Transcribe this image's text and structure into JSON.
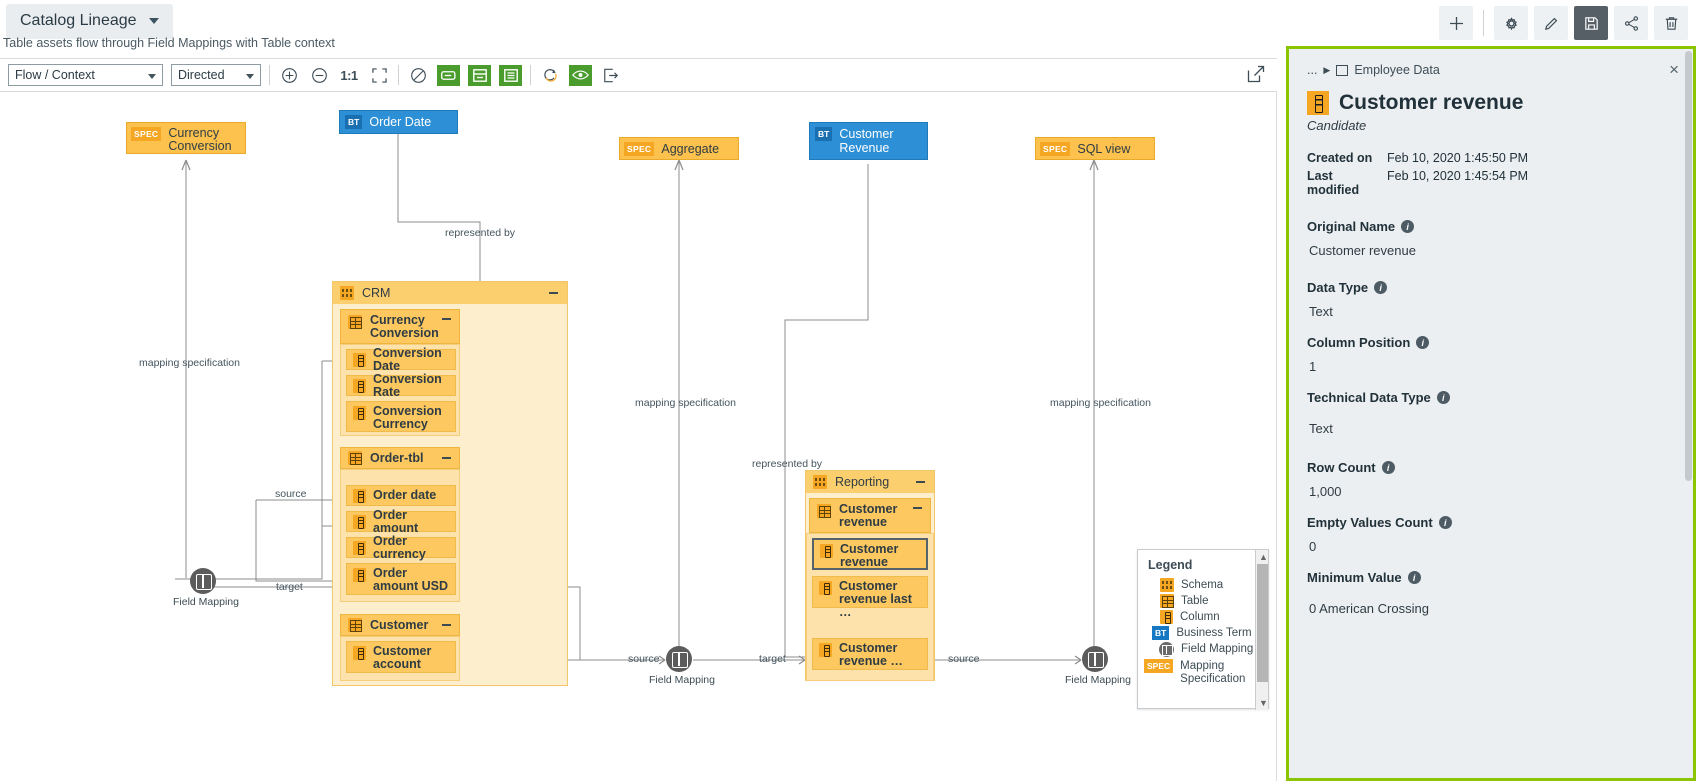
{
  "header": {
    "tab_label": "Catalog Lineage",
    "subtitle": "Table assets flow through Field Mappings with Table context",
    "icons": [
      {
        "name": "add-icon",
        "glyph": "+"
      },
      {
        "name": "settings-gear-icon",
        "glyph": "gear"
      },
      {
        "name": "edit-pencil-icon",
        "glyph": "pencil"
      },
      {
        "name": "save-icon",
        "glyph": "floppy"
      },
      {
        "name": "share-icon",
        "glyph": "share"
      },
      {
        "name": "delete-trash-icon",
        "glyph": "trash"
      }
    ]
  },
  "toolbar": {
    "view_select": "Flow / Context",
    "direction_select": "Directed",
    "zoom_in": "+",
    "zoom_out": "−",
    "zoom_reset": "1:1",
    "fit_screen": "fit",
    "no_filter": "no-filter",
    "layout_options": [
      "collapse-all",
      "expand-partial",
      "expand-all"
    ],
    "refresh": "refresh",
    "visibility": "eye",
    "export": "export",
    "popout": "popout"
  },
  "graph": {
    "specs": [
      {
        "tag": "SPEC",
        "label": "Currency Conversion",
        "two_line": true
      },
      {
        "tag": "SPEC",
        "label": "Aggregate",
        "two_line": false
      },
      {
        "tag": "SPEC",
        "label": "SQL view",
        "two_line": false
      }
    ],
    "business_terms": [
      {
        "tag": "BT",
        "label": "Order Date"
      },
      {
        "tag": "BT",
        "label": "Customer Revenue"
      }
    ],
    "schemas": [
      {
        "name": "CRM",
        "tables": [
          {
            "name": "Currency Conversion",
            "columns": [
              "Conversion Date",
              "Conversion Rate",
              "Conversion Currency"
            ]
          },
          {
            "name": "Order-tbl",
            "columns": [
              "Order date",
              "Order amount",
              "Order currency",
              "Order amount USD"
            ]
          },
          {
            "name": "Customer",
            "columns": [
              "Customer account"
            ]
          }
        ]
      },
      {
        "name": "Reporting",
        "tables": [
          {
            "name": "Customer revenue",
            "columns": [
              "Customer revenue",
              "Customer revenue last …",
              "Customer revenue …"
            ]
          }
        ]
      }
    ],
    "field_mappings": [
      {
        "label": "Field Mapping"
      },
      {
        "label": "Field Mapping"
      },
      {
        "label": "Field Mapping"
      }
    ],
    "edge_labels": [
      "represented by",
      "mapping specification",
      "mapping specification",
      "mapping specification",
      "represented by",
      "source",
      "target",
      "source",
      "target",
      "source"
    ]
  },
  "legend": {
    "title": "Legend",
    "items": [
      {
        "icon": "schema-icon",
        "label": "Schema"
      },
      {
        "icon": "table-icon",
        "label": "Table"
      },
      {
        "icon": "column-icon",
        "label": "Column"
      },
      {
        "icon": "business-term-icon",
        "tag": "BT",
        "label": "Business Term"
      },
      {
        "icon": "field-mapping-icon",
        "label": "Field Mapping"
      },
      {
        "icon": "mapping-spec-icon",
        "tag": "SPEC",
        "label": "Mapping Specification"
      }
    ]
  },
  "details_panel": {
    "breadcrumb_ellipsis": "...",
    "breadcrumb_item": "Employee Data",
    "close": "×",
    "title": "Customer revenue",
    "subtitle": "Candidate",
    "created_on_label": "Created on",
    "created_on_value": "Feb 10, 2020 1:45:50 PM",
    "last_modified_label": "Last modified",
    "last_modified_value": "Feb 10, 2020 1:45:54 PM",
    "fields": [
      {
        "label": "Original Name",
        "value": "Customer revenue"
      },
      {
        "label": "Data Type",
        "value": "Text"
      },
      {
        "label": "Column Position",
        "value": "1"
      },
      {
        "label": "Technical Data Type",
        "value": "Text"
      },
      {
        "label": "Row Count",
        "value": "1,000"
      },
      {
        "label": "Empty Values Count",
        "value": "0"
      },
      {
        "label": "Minimum Value",
        "value": "0 American Crossing"
      }
    ]
  },
  "colors": {
    "accent_green": "#8bc400",
    "toolbar_green": "#4a9c2d",
    "asset_orange": "#fcc85f",
    "schema_bg": "#fdeecd",
    "bt_blue": "#2d8fd5",
    "spec_orange": "#f5a623"
  }
}
